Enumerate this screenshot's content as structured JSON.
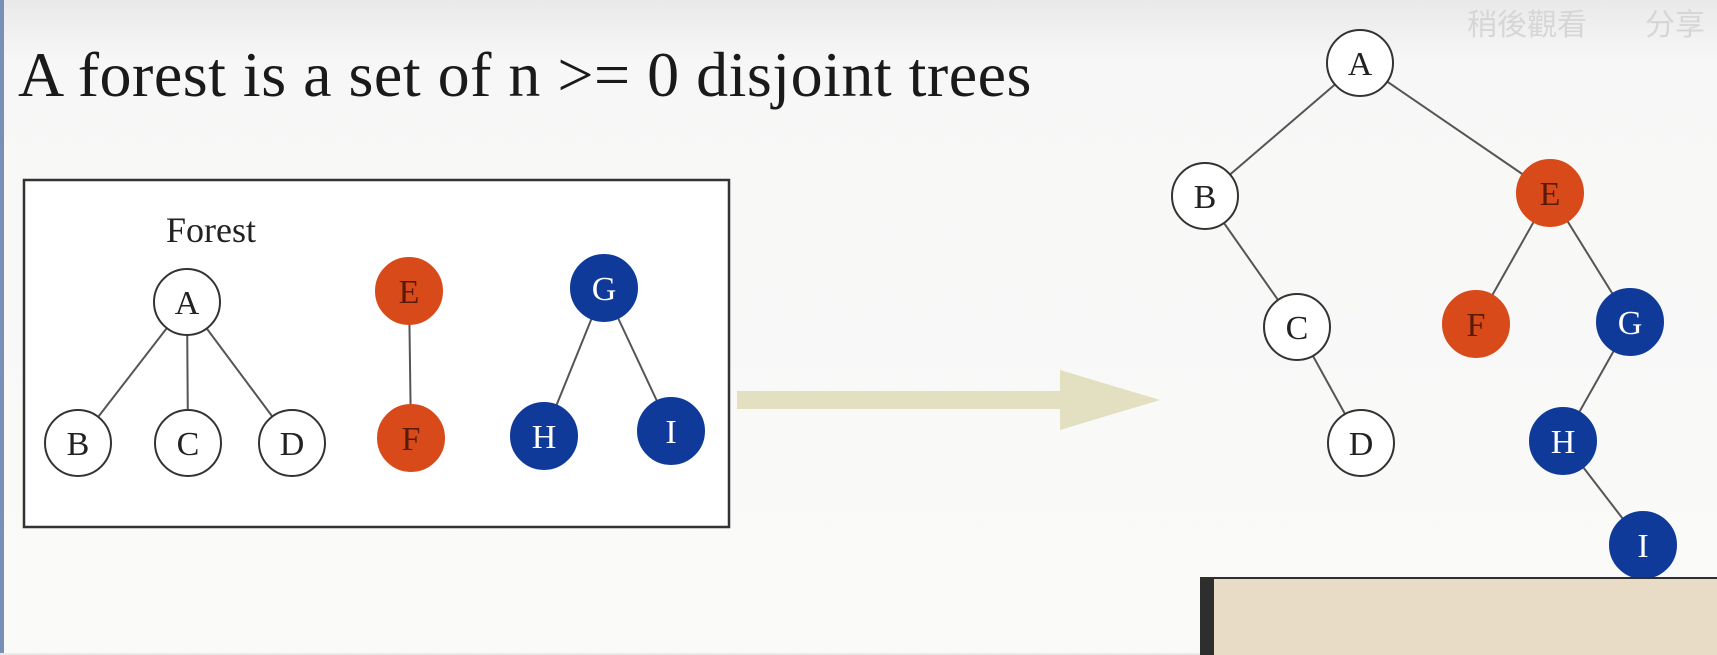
{
  "slide": {
    "title": "A forest is a set of n >= 0 disjoint trees",
    "forest_label": "Forest"
  },
  "video_overlay": {
    "watch_later": "稍後觀看",
    "share": "分享"
  },
  "colors": {
    "white_node": "#ffffff",
    "orange_node": "#d84a1a",
    "blue_node": "#0f3a9a",
    "arrow": "#e2e0c0",
    "edge": "#555555"
  },
  "forest": {
    "trees": [
      {
        "root": "A",
        "children": [
          "B",
          "C",
          "D"
        ],
        "color": "white"
      },
      {
        "root": "E",
        "children": [
          "F"
        ],
        "color": "orange"
      },
      {
        "root": "G",
        "children": [
          "H",
          "I"
        ],
        "color": "blue"
      }
    ]
  },
  "binary_tree": {
    "nodes": [
      {
        "id": "A",
        "color": "white",
        "left": "B",
        "right": "E"
      },
      {
        "id": "B",
        "color": "white",
        "left": null,
        "right": "C"
      },
      {
        "id": "C",
        "color": "white",
        "left": null,
        "right": "D"
      },
      {
        "id": "D",
        "color": "white",
        "left": null,
        "right": null
      },
      {
        "id": "E",
        "color": "orange",
        "left": "F",
        "right": "G"
      },
      {
        "id": "F",
        "color": "orange",
        "left": null,
        "right": null
      },
      {
        "id": "G",
        "color": "blue",
        "left": "H",
        "right": null
      },
      {
        "id": "H",
        "color": "blue",
        "left": null,
        "right": "I"
      },
      {
        "id": "I",
        "color": "blue",
        "left": null,
        "right": null
      }
    ]
  }
}
